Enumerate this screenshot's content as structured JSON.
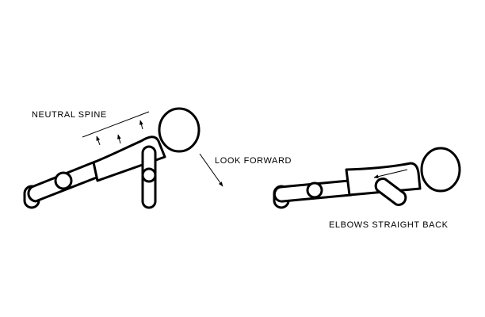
{
  "labels": {
    "neutral_spine": "NEUTRAL SPINE",
    "look_forward": "LOOK FORWARD",
    "elbows_straight_back": "ELBOWS STRAIGHT BACK"
  },
  "colors": {
    "ink": "#000000",
    "background": "#ffffff"
  }
}
